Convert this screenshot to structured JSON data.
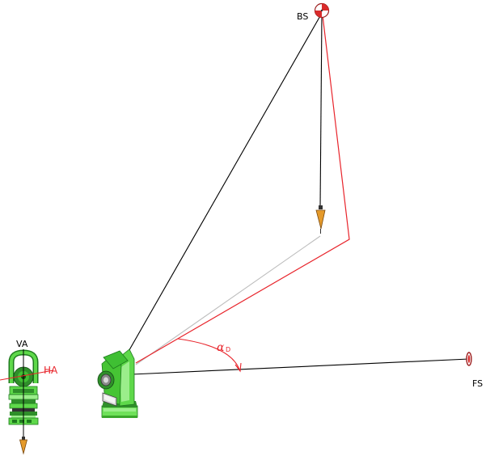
{
  "labels": {
    "backsight": "BS",
    "foresight": "FS",
    "vertical_axis": "VA",
    "horizontal_axis": "HA",
    "angle_symbol": "α",
    "angle_subscript": "D"
  },
  "colors": {
    "sight_line": "#000000",
    "red_line": "#e8242b",
    "gray_line": "#bdbdbd",
    "instrument_green": "#5ed84a",
    "instrument_dark": "#1d7a1d",
    "plumb_bob": "#e59a2a",
    "target_red": "#d92b2b"
  },
  "icons": {
    "instrument": "theodolite-icon",
    "side_view": "theodolite-front-icon",
    "target": "prism-target-icon",
    "foresight_target": "foresight-target-icon",
    "plumb": "plumb-bob-icon"
  }
}
